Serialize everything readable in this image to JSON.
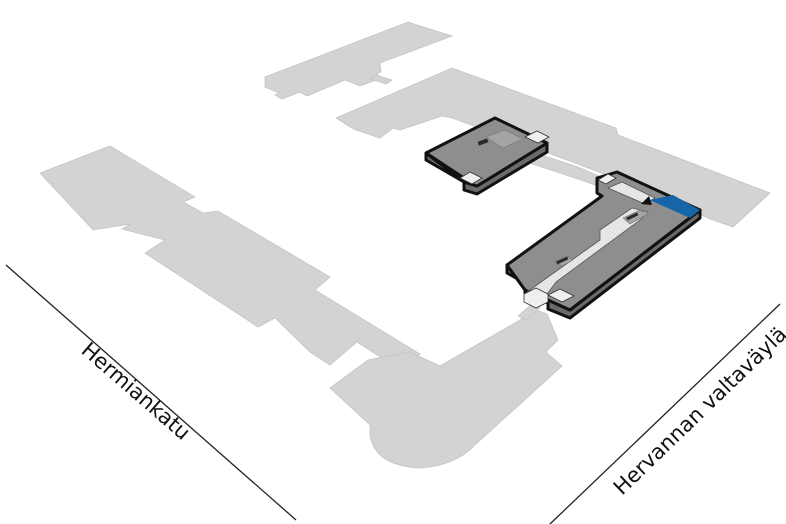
{
  "map": {
    "type": "isometric campus floor plan",
    "roads": [
      {
        "name": "Hermiankatu",
        "position": "southwest edge"
      },
      {
        "name": "Hervannan valtaväylä",
        "position": "southeast edge"
      }
    ],
    "highlight": {
      "description": "highlighted room",
      "color": "#1565a8"
    },
    "marker": {
      "description": "entrance / you-are-here triangle",
      "color": "#111111"
    },
    "colors": {
      "footprint": "#d3d3d3",
      "active_building_top": "#8e8e8e",
      "active_building_side": "#6a6a6a",
      "corridor": "#e6e6e6",
      "outline": "#111111"
    }
  }
}
